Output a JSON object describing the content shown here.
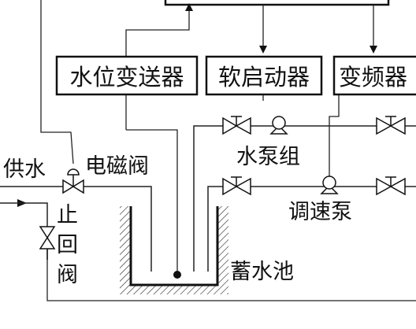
{
  "diagram": {
    "boxes": {
      "level_transmitter": "水位变送器",
      "soft_starter": "软启动器",
      "inverter": "变频器"
    },
    "labels": {
      "supply_water": "供水",
      "solenoid_valve": "电磁阀",
      "check_valve_1": "止",
      "check_valve_2": "回",
      "check_valve_3": "阀",
      "pump_group": "水泵组",
      "speed_pump": "调速泵",
      "reservoir": "蓄水池"
    }
  }
}
